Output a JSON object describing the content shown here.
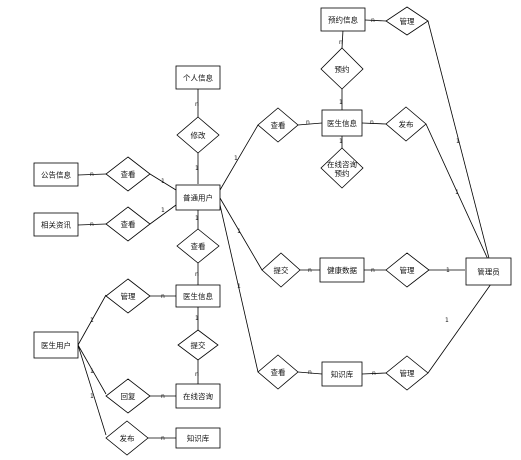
{
  "entities": {
    "personal_info": "个人信息",
    "announcement": "公告信息",
    "related_info": "相关资讯",
    "normal_user": "普通用户",
    "reservation_info": "预约信息",
    "doctor_info": "医生信息",
    "health_data": "健康数据",
    "knowledge_base": "知识库",
    "doctor_user": "医生用户",
    "online_consult": "在线咨询",
    "knowledge_base_2": "知识库",
    "administrator": "管理员"
  },
  "relationships": {
    "manage_reservation": "管理",
    "reserve": "预约",
    "modify": "修改",
    "view_doctor": "查看",
    "publish_doctor": "发布",
    "online_consult_reserve_line1": "在线咨询",
    "online_consult_reserve_line2": "预约",
    "view_announcement": "查看",
    "view_related": "查看",
    "view_doctor_info": "查看",
    "submit_health": "提交",
    "manage_health": "管理",
    "view_knowledge": "查看",
    "manage_knowledge": "管理",
    "manage_doctor_info": "管理",
    "submit_consult": "提交",
    "reply": "回复",
    "publish_knowledge": "发布"
  },
  "cardinalities": {
    "n": "n",
    "one": "1"
  }
}
